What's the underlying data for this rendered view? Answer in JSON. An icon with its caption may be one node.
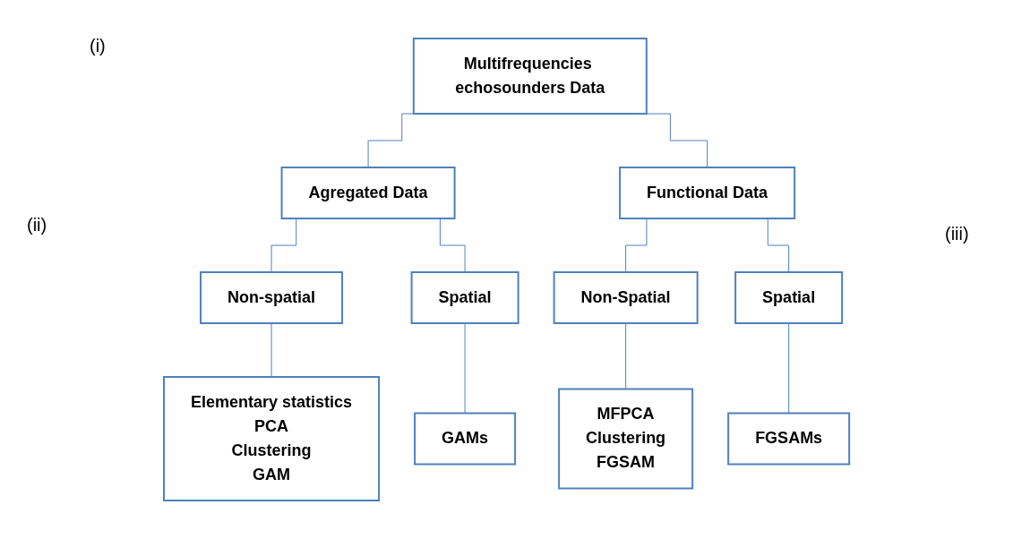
{
  "diagram": {
    "nodes": [
      {
        "text": [
          "Multifrequencies echosounders Data"
        ]
      },
      {
        "text": [
          "Agregated Data"
        ]
      },
      {
        "text": [
          "Functional Data"
        ]
      },
      {
        "text": [
          "Non-spatial"
        ]
      },
      {
        "text": [
          "Spatial"
        ]
      },
      {
        "text": [
          "Non-Spatial"
        ]
      },
      {
        "text": [
          "Spatial"
        ]
      },
      {
        "text": [
          "Elementary statistics",
          "PCA",
          "Clustering",
          "GAM"
        ]
      },
      {
        "text": [
          "GAMs"
        ]
      },
      {
        "text": [
          "MFPCA",
          "Clustering",
          "FGSAM"
        ]
      },
      {
        "text": [
          "FGSAMs"
        ]
      }
    ],
    "edges": [
      {
        "from": 0,
        "to": 1,
        "arrow": "none"
      },
      {
        "from": 0,
        "to": 2,
        "arrow": "none"
      },
      {
        "from": 1,
        "to": 3,
        "arrow": "none"
      },
      {
        "from": 1,
        "to": 4,
        "arrow": "none"
      },
      {
        "from": 2,
        "to": 5,
        "arrow": "none"
      },
      {
        "from": 2,
        "to": 6,
        "arrow": "none"
      },
      {
        "from": 3,
        "to": 7,
        "arrow": "none"
      },
      {
        "from": 4,
        "to": 8,
        "arrow": "none"
      },
      {
        "from": 5,
        "to": 9,
        "arrow": "none"
      },
      {
        "from": 6,
        "to": 10,
        "arrow": "none"
      }
    ],
    "labels": [
      "(i)",
      "(ii)",
      "(iii)"
    ]
  }
}
